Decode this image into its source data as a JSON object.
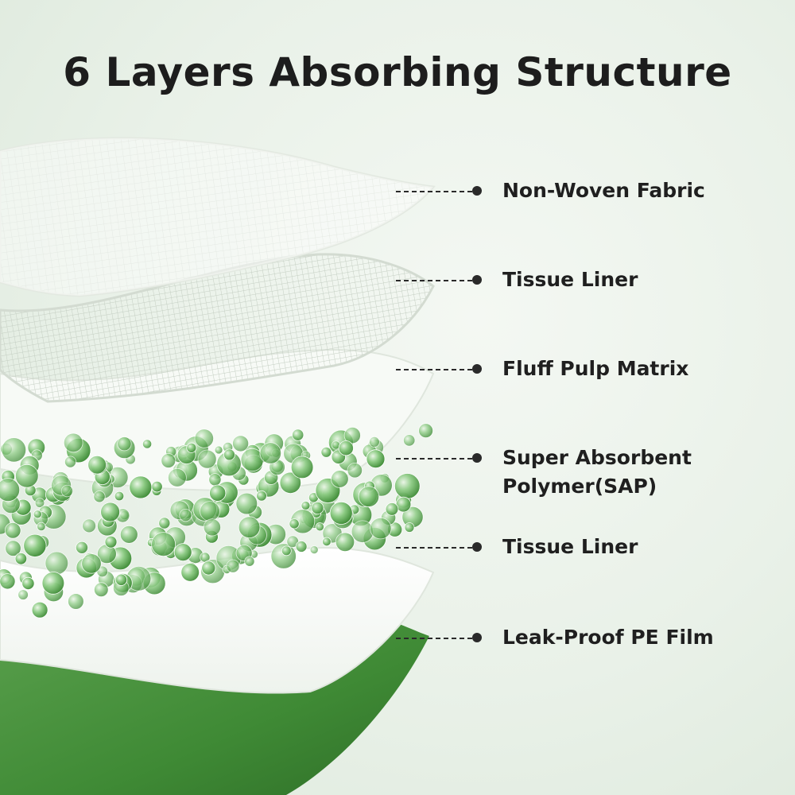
{
  "title": "6 Layers Absorbing Structure",
  "layers": [
    {
      "label_lines": [
        "Non-Woven Fabric"
      ]
    },
    {
      "label_lines": [
        "Tissue Liner"
      ]
    },
    {
      "label_lines": [
        "Fluff Pulp Matrix"
      ]
    },
    {
      "label_lines": [
        "Super Absorbent",
        "Polymer(SAP)"
      ]
    },
    {
      "label_lines": [
        "Tissue Liner"
      ]
    },
    {
      "label_lines": [
        "Leak-Proof PE Film"
      ]
    }
  ],
  "colors": {
    "title": "#1d1d1d",
    "label": "#1f1f1f",
    "leader": "#2a2a2a",
    "pe_film": "#3f8a35",
    "sap_bead": "#5aa552",
    "sheet": "#ffffff"
  }
}
